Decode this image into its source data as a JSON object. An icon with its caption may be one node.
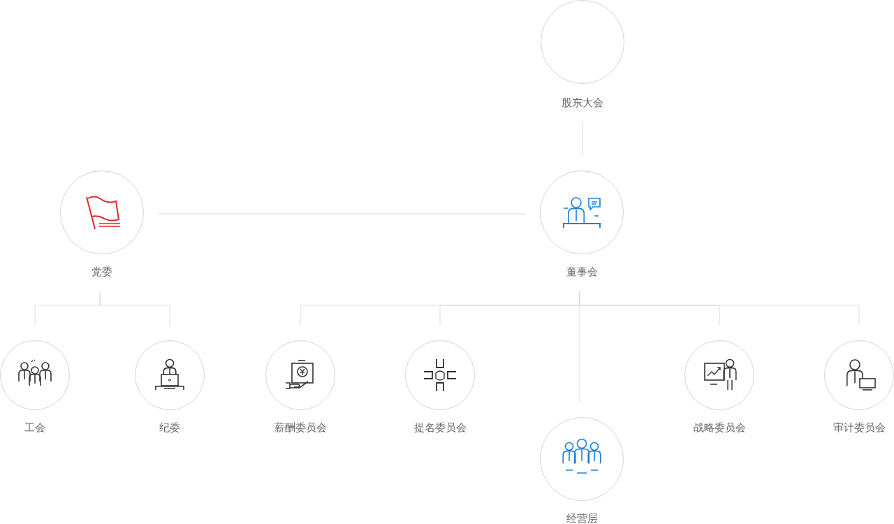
{
  "diagram": {
    "nodes": [
      {
        "text": [
          "股东大会"
        ]
      },
      {
        "text": [
          "董事会"
        ]
      },
      {
        "text": [
          "党委"
        ]
      },
      {
        "text": [
          "工会"
        ]
      },
      {
        "text": [
          "纪委"
        ]
      },
      {
        "text": [
          "薪酬委员会"
        ]
      },
      {
        "text": [
          "提名委员会"
        ]
      },
      {
        "text": [
          "经营层"
        ]
      },
      {
        "text": [
          "战略委员会"
        ]
      },
      {
        "text": [
          "审计委员会"
        ]
      }
    ],
    "edges": [
      {
        "from": 0,
        "to": 1,
        "arrow": "none"
      },
      {
        "from": 2,
        "to": 1,
        "arrow": "none"
      },
      {
        "from": 2,
        "to": 3,
        "arrow": "none"
      },
      {
        "from": 2,
        "to": 4,
        "arrow": "none"
      },
      {
        "from": 1,
        "to": 5,
        "arrow": "none"
      },
      {
        "from": 1,
        "to": 6,
        "arrow": "none"
      },
      {
        "from": 1,
        "to": 7,
        "arrow": "none"
      },
      {
        "from": 1,
        "to": 8,
        "arrow": "none"
      },
      {
        "from": 1,
        "to": 9,
        "arrow": "none"
      }
    ]
  }
}
